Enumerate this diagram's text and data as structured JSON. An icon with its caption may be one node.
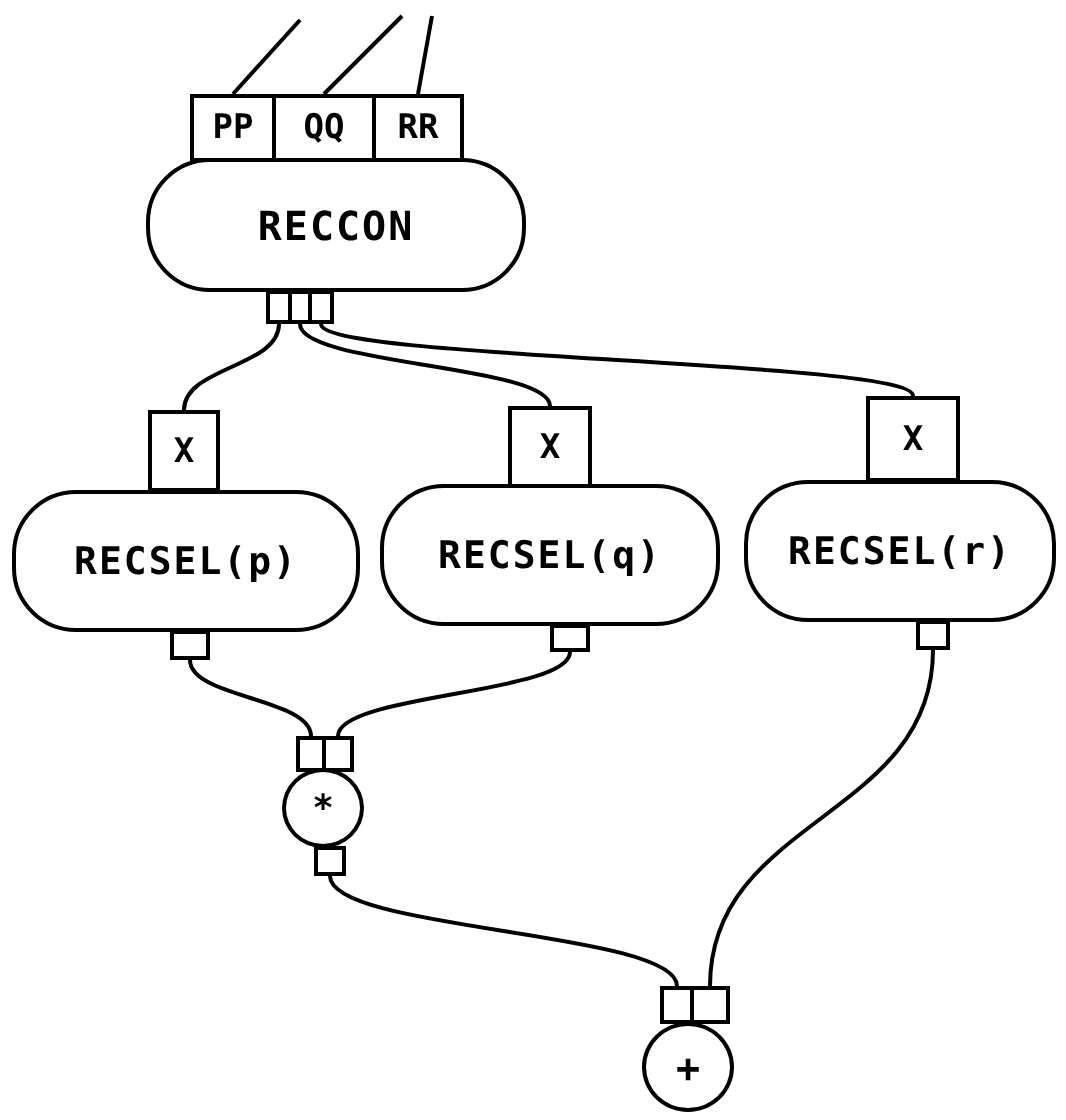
{
  "diagram": {
    "nodes": [
      {
        "text": [
          "PP"
        ]
      },
      {
        "text": [
          "QQ"
        ]
      },
      {
        "text": [
          "RR"
        ]
      },
      {
        "text": [
          "RECCON"
        ]
      },
      {
        "text": [],
        "shape": "box"
      },
      {
        "text": [],
        "shape": "box"
      },
      {
        "text": [],
        "shape": "box"
      },
      {
        "text": [
          "X"
        ]
      },
      {
        "text": [
          "X"
        ]
      },
      {
        "text": [
          "X"
        ]
      },
      {
        "text": [
          "RECSEL(p)"
        ]
      },
      {
        "text": [
          "RECSEL(q)"
        ]
      },
      {
        "text": [
          "RECSEL(r)"
        ]
      },
      {
        "text": [],
        "shape": "box"
      },
      {
        "text": [],
        "shape": "box"
      },
      {
        "text": [],
        "shape": "box"
      },
      {
        "text": [],
        "shape": "box"
      },
      {
        "text": [],
        "shape": "box"
      },
      {
        "text": [
          "*"
        ]
      },
      {
        "text": [],
        "shape": "box"
      },
      {
        "text": [],
        "shape": "box"
      },
      {
        "text": [],
        "shape": "box"
      },
      {
        "text": [
          "+"
        ]
      }
    ],
    "edges": [
      {
        "from": null,
        "to": 0,
        "arrow": "none"
      },
      {
        "from": null,
        "to": 1,
        "arrow": "none"
      },
      {
        "from": null,
        "to": 2,
        "arrow": "none"
      },
      {
        "from": 4,
        "to": 7,
        "arrow": "none"
      },
      {
        "from": 5,
        "to": 8,
        "arrow": "none"
      },
      {
        "from": 6,
        "to": 9,
        "arrow": "none"
      },
      {
        "from": 13,
        "to": 16,
        "arrow": "none"
      },
      {
        "from": 14,
        "to": 17,
        "arrow": "none"
      },
      {
        "from": 19,
        "to": 20,
        "arrow": "none"
      },
      {
        "from": 15,
        "to": 21,
        "arrow": "none"
      }
    ]
  }
}
